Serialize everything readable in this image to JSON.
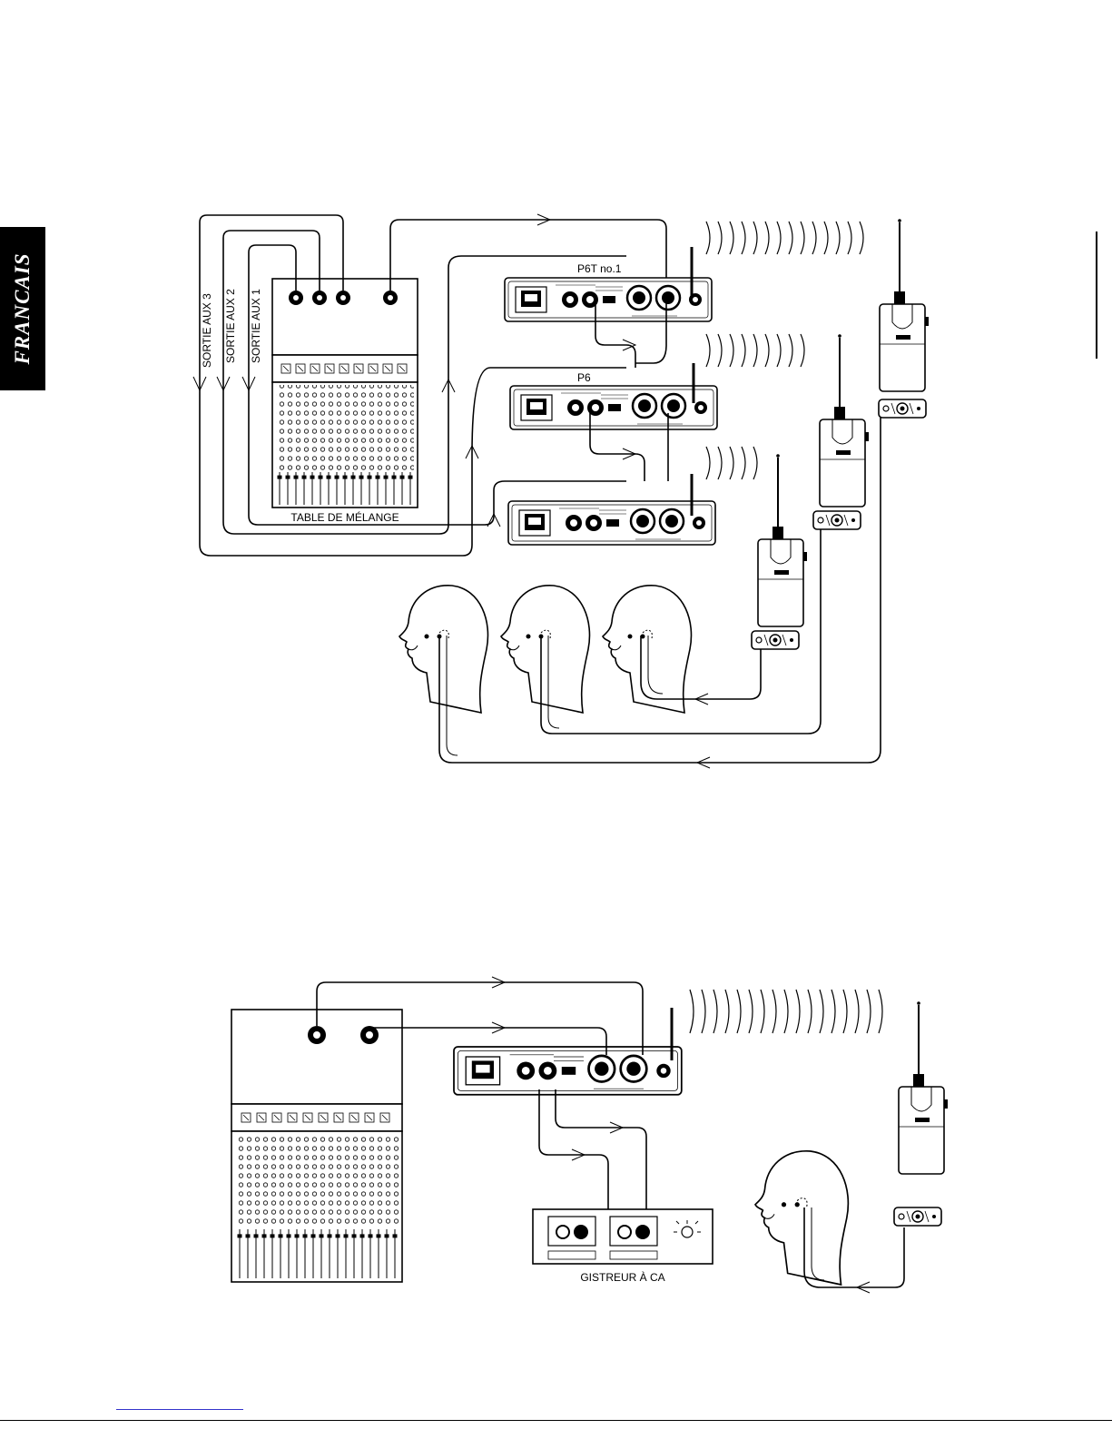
{
  "side_tab": {
    "label": "FRANCAIS"
  },
  "diagram_top": {
    "mixer_label": "TABLE DE MÉLANGE",
    "aux_labels": [
      "SORTIE AUX 3",
      "SORTIE AUX 2",
      "SORTIE AUX 1"
    ],
    "transmitter_labels": [
      "P6T no.1",
      "P6"
    ]
  },
  "diagram_bottom": {
    "recorder_label": "GISTREUR À CA"
  }
}
